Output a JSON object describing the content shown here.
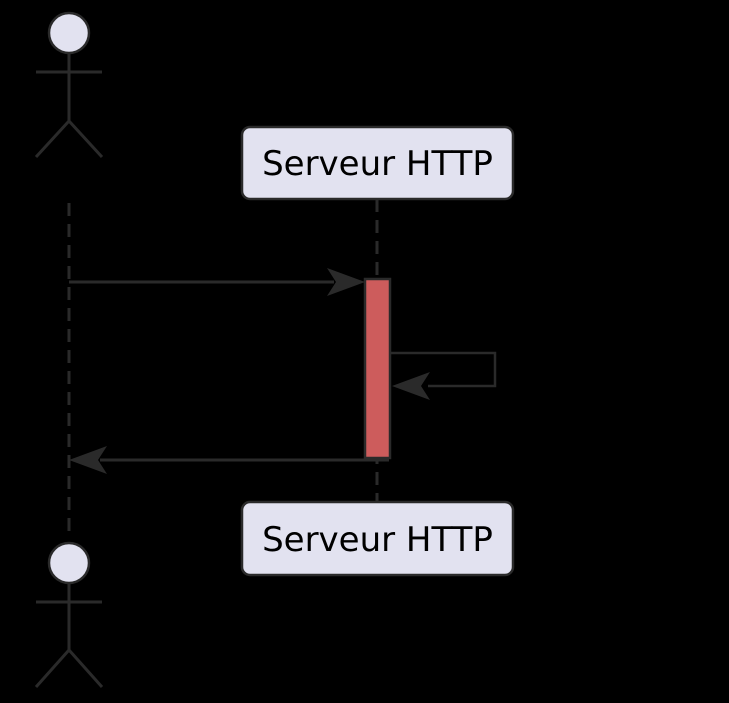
{
  "palette": {
    "background": "#000000",
    "node_fill": "#E2E2F0",
    "stroke": "#2A2A2A",
    "text": "#000000",
    "activation_fill": "#CD5C5C"
  },
  "diagram": {
    "kind": "uml-sequence-diagram",
    "participants": {
      "top": {
        "label": "Serveur HTTP"
      },
      "bottom": {
        "label": "Serveur HTTP"
      }
    },
    "messages": [
      {
        "order": 1,
        "from": "actor",
        "to": "serveur-http",
        "label": "",
        "line": "solid"
      },
      {
        "order": 2,
        "from": "serveur-http",
        "to": "serveur-http",
        "label": "",
        "line": "solid-self"
      },
      {
        "order": 3,
        "from": "serveur-http",
        "to": "actor",
        "label": "",
        "line": "solid"
      }
    ]
  }
}
